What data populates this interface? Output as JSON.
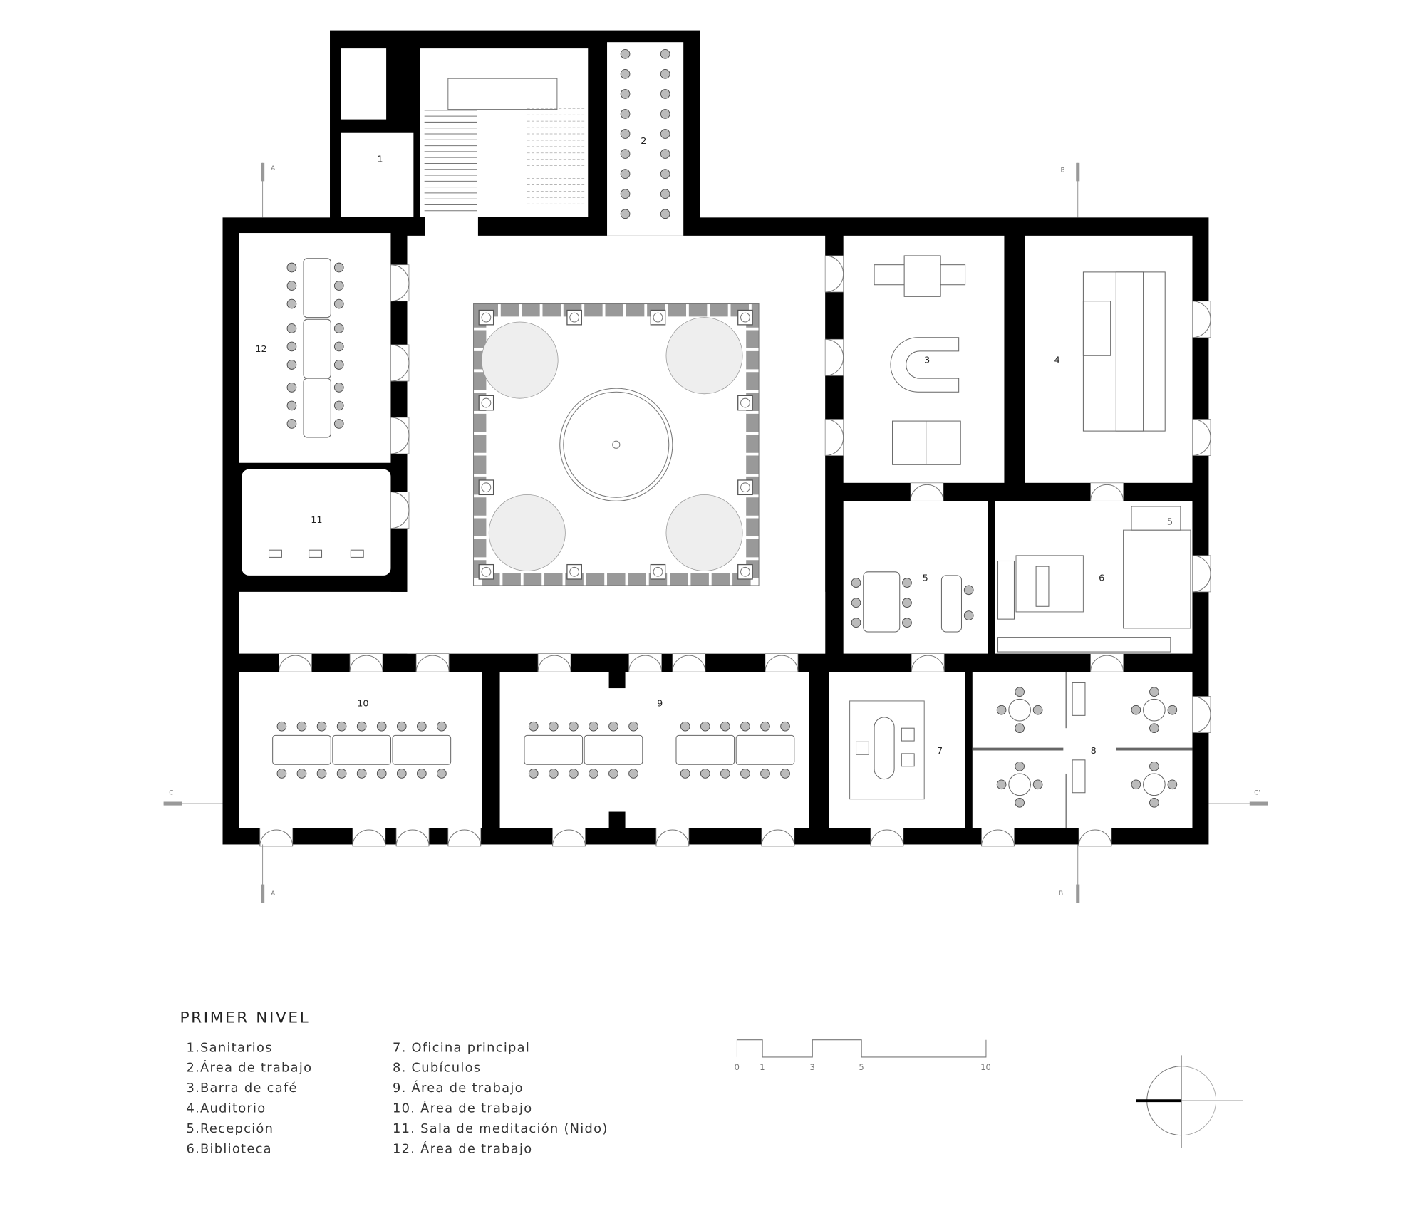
{
  "plan": {
    "title": "PRIMER NIVEL",
    "rooms": {
      "r1": "1",
      "r2": "2",
      "r3": "3",
      "r4": "4",
      "r5a": "5",
      "r5b": "5",
      "r6": "6",
      "r7": "7",
      "r8": "8",
      "r9": "9",
      "r10": "10",
      "r11": "11",
      "r12": "12"
    },
    "sections": {
      "a": "A",
      "a2": "A'",
      "b": "B",
      "b2": "B'",
      "c": "C",
      "c2": "C'"
    },
    "legend_left": [
      "1.Sanitarios",
      "2.Área de trabajo",
      "3.Barra de café",
      "4.Auditorio",
      "5.Recepción",
      "6.Biblioteca"
    ],
    "legend_right": [
      "7. Oficina principal",
      "8. Cubículos",
      "9. Área de trabajo",
      "10. Área de trabajo",
      "11. Sala de meditación (Nido)",
      "12. Área de trabajo"
    ],
    "scale_labels": [
      "0",
      "1",
      "3",
      "5",
      "10"
    ]
  }
}
